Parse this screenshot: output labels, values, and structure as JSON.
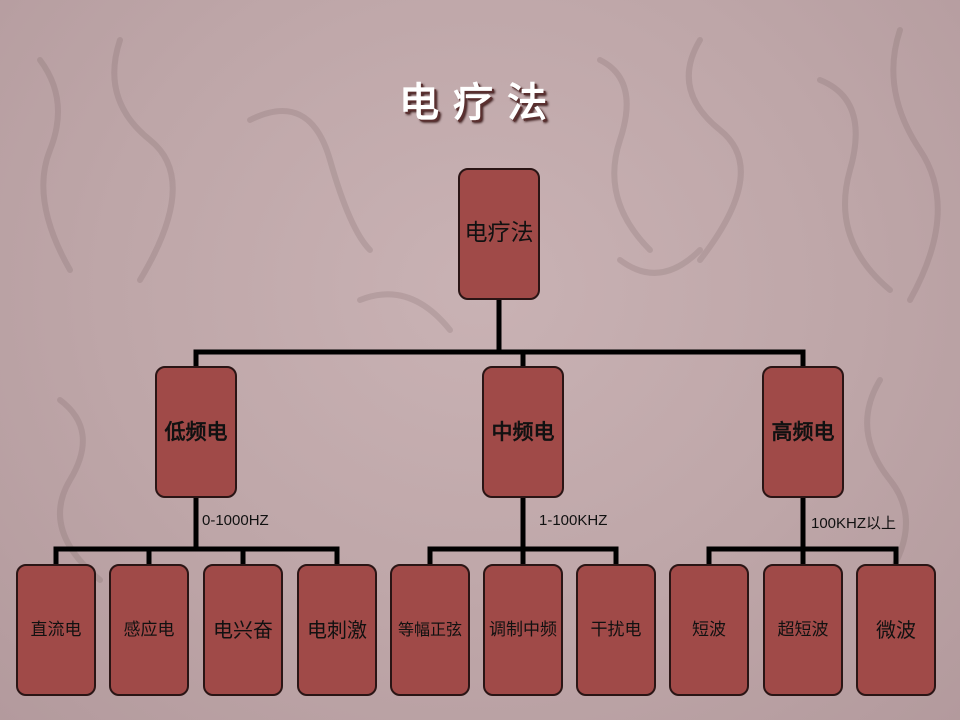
{
  "slide": {
    "title": "电疗法",
    "root": "电疗法",
    "categories": [
      {
        "label": "低频电",
        "range": "0-1000HZ",
        "children": [
          "直流电",
          "感应电",
          "电兴奋",
          "电刺激"
        ]
      },
      {
        "label": "中频电",
        "range": "1-100KHZ",
        "children": [
          "等幅正弦",
          "调制中频",
          "干扰电"
        ]
      },
      {
        "label": "高频电",
        "range": "100KHZ以上",
        "children": [
          "短波",
          "超短波",
          "微波"
        ]
      }
    ]
  },
  "colors": {
    "node_fill": "#a04a48",
    "node_border": "#2a1515",
    "connector": "#000000",
    "title_text": "#ffffff",
    "background": "#c4adaf"
  }
}
